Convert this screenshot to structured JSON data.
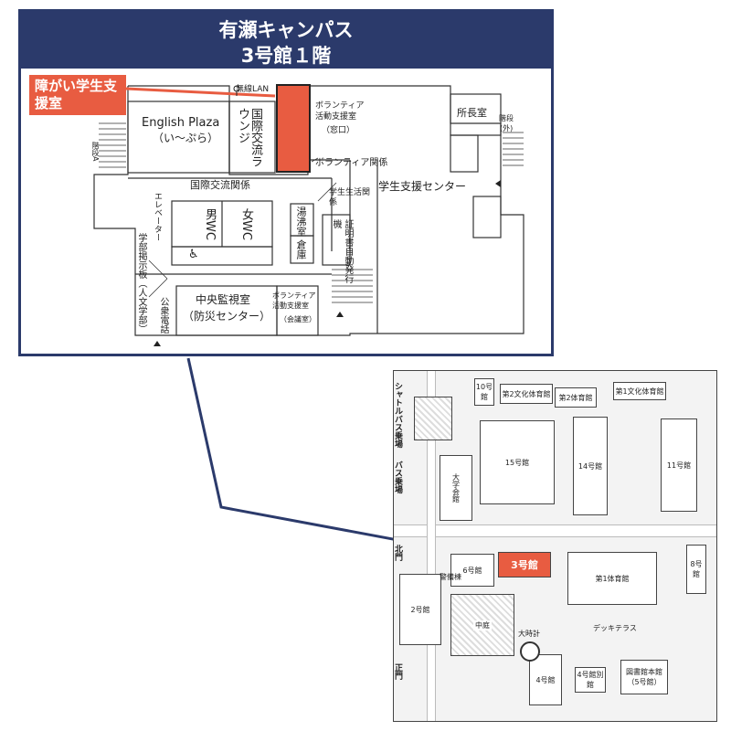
{
  "header": {
    "title": "有瀬キャンパス",
    "subtitle": "3号館１階"
  },
  "callout": {
    "text": "障がい学生支援室"
  },
  "floor_rooms": {
    "wifi": "無線LAN",
    "english_plaza": "English Plaza",
    "english_plaza_sub": "（い～ぷら）",
    "intl_lounge": "国際交流ラウンジ",
    "volunteer_support": "ボランティア活動支援室",
    "volunteer_support_window": "（窓口）",
    "volunteer_rel": "ボランティア関係",
    "principal": "所長室",
    "stairs_outside": "階段",
    "stairs_outside_sub": "(外)",
    "stairs_a": "階段A",
    "intl_rel": "国際交流関係",
    "student_support_center": "学生支援センター",
    "elevator": "エレベーター",
    "mens_wc": "男WC",
    "womens_wc": "女WC",
    "kettle_room": "湯沸室",
    "storage": "倉庫",
    "student_life_rel": "学生生活関係",
    "cert_machine": "証明書自動発行機",
    "dept_board": "学部掲示板（人文学部）",
    "payphone": "公衆電話",
    "central_monitor": "中央監視室",
    "central_monitor_sub": "（防災センター）",
    "volunteer_meeting": "ボランティア活動支援室",
    "volunteer_meeting_sub": "（会議室）"
  },
  "campus_map": {
    "shuttle_stop": "シャトルバス乗場",
    "bus_stop": "バス乗場",
    "north_gate": "北門",
    "main_gate": "正門",
    "b15": "15号館",
    "b14": "14号館",
    "b11": "11号館",
    "b10": "10号館",
    "gym2": "第2文化体育館",
    "gym_2": "第2体育館",
    "gym_culture1": "第1文化体育館",
    "college_hall": "大学会館",
    "b3": "3号館",
    "b6": "6号館",
    "guardhouse": "警備棟",
    "b2": "2号館",
    "courtyard": "中庭",
    "clock": "大時計",
    "gym1": "第1体育館",
    "b8": "8号館",
    "deck": "デッキテラス",
    "b4": "4号館",
    "b4_annex": "4号館別館",
    "library": "図書館本館",
    "library_sub": "（5号館）"
  },
  "colors": {
    "navy": "#2b3a6b",
    "accent": "#e85c41"
  }
}
